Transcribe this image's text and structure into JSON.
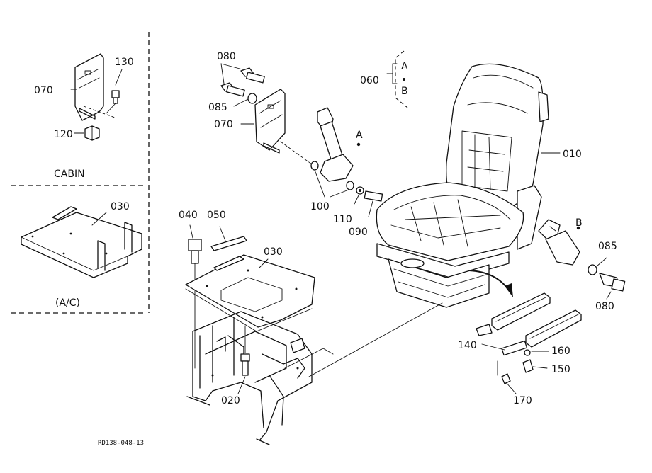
{
  "labels": {
    "p010": "010",
    "p020": "020",
    "p030_cabin": "030",
    "p030_main": "030",
    "p040": "040",
    "p050": "050",
    "p060": "060",
    "p070_cabin": "070",
    "p070_main": "070",
    "p080_top": "080",
    "p080_right": "080",
    "p085_top": "085",
    "p085_right": "085",
    "p090": "090",
    "p100": "100",
    "p110": "110",
    "p120": "120",
    "p130": "130",
    "p140": "140",
    "p150": "150",
    "p160": "160",
    "p170": "170",
    "ref_a": "A",
    "ref_b": "B",
    "ref_a_belt": "A",
    "ref_b_belt": "B"
  },
  "sections": {
    "cabin": "CABIN",
    "ac": "(A/C)"
  },
  "drawing_code": "RD138-048-13"
}
